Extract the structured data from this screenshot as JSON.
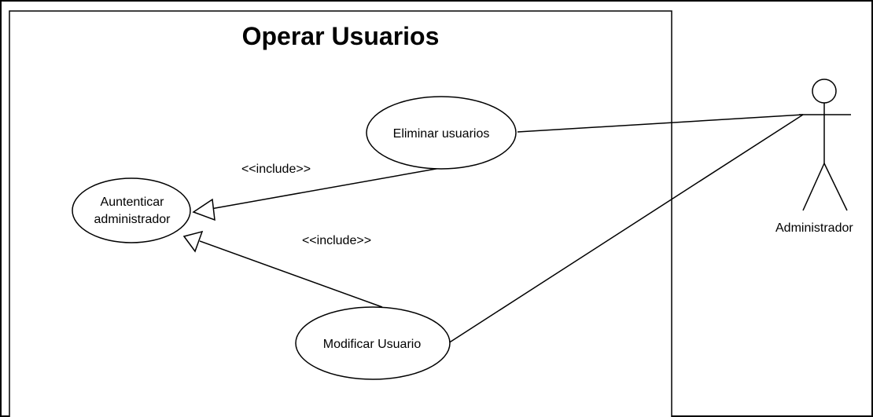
{
  "diagram": {
    "title": "Operar Usuarios",
    "use_cases": {
      "authenticate": {
        "line1": "Auntenticar",
        "line2": "administrador"
      },
      "delete_users": {
        "label": "Eliminar usuarios"
      },
      "modify_user": {
        "label": "Modificar Usuario"
      }
    },
    "stereotypes": {
      "include_delete": "<<include>>",
      "include_modify": "<<include>>"
    },
    "actor": {
      "label": "Administrador"
    }
  }
}
